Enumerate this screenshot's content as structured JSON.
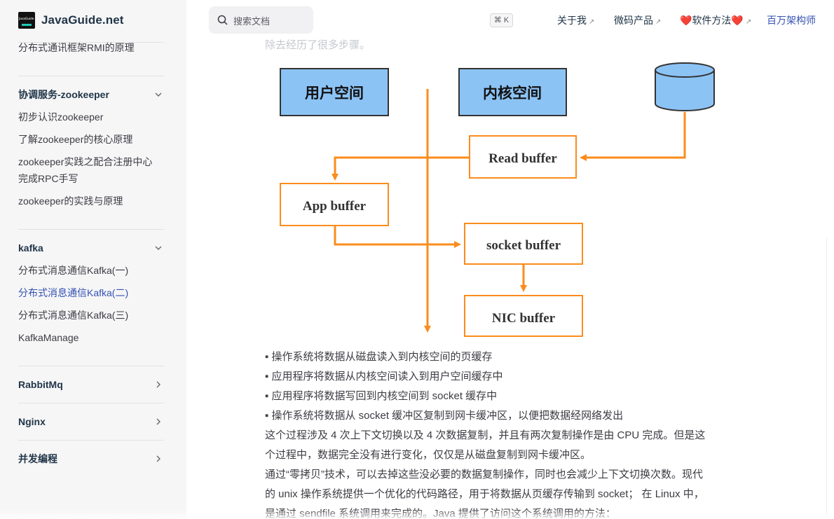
{
  "brand": {
    "name": "JavaGuide.net",
    "logo_text": "JavaGuide"
  },
  "search": {
    "placeholder": "搜索文档",
    "shortcut": "⌘ K"
  },
  "nav": [
    {
      "label": "关于我",
      "external": true
    },
    {
      "label": "微码产品",
      "external": true
    },
    {
      "label": "❤️软件方法❤️",
      "external": true
    },
    {
      "label": "百万架构师",
      "external": false
    }
  ],
  "sidebar": {
    "top_item": "分布式通讯框架RMI的原理",
    "groups": [
      {
        "title": "协调服务-zookeeper",
        "expanded": true,
        "items": [
          "初步认识zookeeper",
          "了解zookeeper的核心原理",
          "zookeeper实践之配合注册中心",
          "完成RPC手写",
          "zookeeper的实践与原理"
        ]
      },
      {
        "title": "kafka",
        "expanded": true,
        "items": [
          "分布式消息通信Kafka(一)",
          "分布式消息通信Kafka(二)",
          "分布式消息通信Kafka(三)",
          "KafkaManage"
        ],
        "active_index": 1
      },
      {
        "title": "RabbitMq",
        "expanded": false
      },
      {
        "title": "Nginx",
        "expanded": false
      },
      {
        "title": "并发编程",
        "expanded": false
      }
    ]
  },
  "content": {
    "faded_text": "除去经历了很多步骤。",
    "diagram": {
      "user_space": "用户空间",
      "kernel_space": "内核空间",
      "read_buffer": "Read buffer",
      "app_buffer": "App buffer",
      "socket_buffer": "socket buffer",
      "nic_buffer": "NIC buffer",
      "colors": {
        "space_fill": "#8cc3f5",
        "arrow": "#fb8c1c",
        "disk_fill": "#8cc3f5"
      }
    },
    "bullets": [
      "▪ 操作系统将数据从磁盘读入到内核空间的页缓存",
      "▪ 应用程序将数据从内核空间读入到用户空间缓存中",
      "▪ 应用程序将数据写回到内核空间到 socket 缓存中",
      "▪ 操作系统将数据从 socket 缓冲区复制到网卡缓冲区，以便把数据经网络发出"
    ],
    "paragraphs": [
      " 这个过程涉及 4 次上下文切换以及 4 次数据复制，并且有两次复制操作是由 CPU 完成。但是这",
      "个过程中，数据完全没有进行变化，仅仅是从磁盘复制到网卡缓冲区。",
      " 通过“零拷贝”技术，可以去掉这些没必要的数据复制操作，同时也会减少上下文切换次数。现代",
      "的 unix 操作系统提供一个优化的代码路径，用于将数据从页缓存传输到 socket； 在 Linux 中，",
      "是通过 sendfile 系统调用来完成的。Java 提供了访问这个系统调用的方法："
    ]
  }
}
